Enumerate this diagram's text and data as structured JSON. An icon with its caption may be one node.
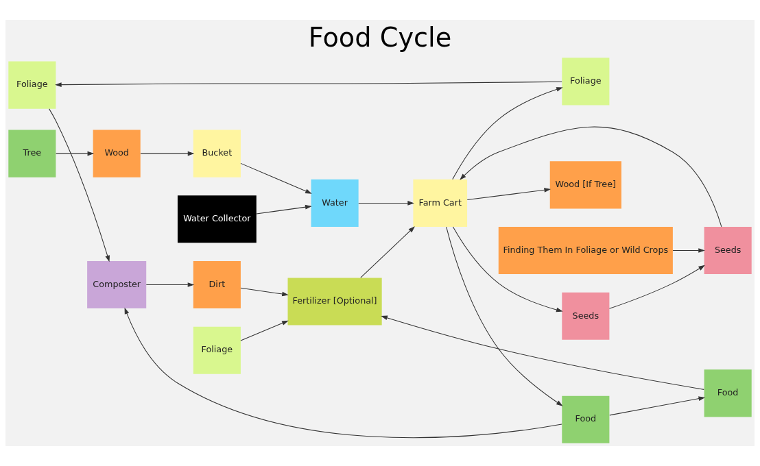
{
  "diagram": {
    "title": "Food Cycle",
    "nodes": [
      {
        "text": [
          "Foliage"
        ]
      },
      {
        "text": [
          "Composter"
        ]
      },
      {
        "text": [
          "Dirt"
        ]
      },
      {
        "text": [
          "Water Collector"
        ]
      },
      {
        "text": [
          "Tree"
        ]
      },
      {
        "text": [
          "Wood"
        ]
      },
      {
        "text": [
          "Bucket"
        ]
      },
      {
        "text": [
          "Food"
        ]
      },
      {
        "text": [
          "Foliage"
        ]
      },
      {
        "text": [
          "Finding Them In Foliage or Wild Crops"
        ]
      },
      {
        "text": [
          "Water"
        ]
      },
      {
        "text": [
          "Fertilizer [Optional]"
        ]
      },
      {
        "text": [
          "Seeds"
        ]
      },
      {
        "text": [
          "Farm Cart"
        ]
      },
      {
        "text": [
          "Food"
        ]
      },
      {
        "text": [
          "Wood [If Tree]"
        ]
      },
      {
        "text": [
          "Foliage"
        ]
      },
      {
        "text": [
          "Seeds"
        ]
      }
    ],
    "edges": [
      {
        "from": 0,
        "to": 1,
        "arrow": "to"
      },
      {
        "from": 1,
        "to": 2,
        "arrow": "to"
      },
      {
        "from": 2,
        "to": 11,
        "arrow": "to"
      },
      {
        "from": 4,
        "to": 5,
        "arrow": "to"
      },
      {
        "from": 5,
        "to": 6,
        "arrow": "to"
      },
      {
        "from": 6,
        "to": 10,
        "arrow": "to"
      },
      {
        "from": 3,
        "to": 10,
        "arrow": "to"
      },
      {
        "from": 7,
        "to": 11,
        "arrow": "to"
      },
      {
        "from": 8,
        "to": 11,
        "arrow": "to"
      },
      {
        "from": 9,
        "to": 12,
        "arrow": "to"
      },
      {
        "from": 10,
        "to": 13,
        "arrow": "to"
      },
      {
        "from": 11,
        "to": 13,
        "arrow": "to"
      },
      {
        "from": 12,
        "to": 13,
        "arrow": "to"
      },
      {
        "from": 13,
        "to": 14,
        "arrow": "to"
      },
      {
        "from": 13,
        "to": 15,
        "arrow": "to"
      },
      {
        "from": 13,
        "to": 16,
        "arrow": "to"
      },
      {
        "from": 13,
        "to": 17,
        "arrow": "to"
      },
      {
        "from": 16,
        "to": 0,
        "arrow": "to"
      },
      {
        "from": 14,
        "to": 1,
        "arrow": "to"
      },
      {
        "from": 14,
        "to": 7,
        "arrow": "to"
      },
      {
        "from": 17,
        "to": 12,
        "arrow": "to"
      }
    ]
  }
}
